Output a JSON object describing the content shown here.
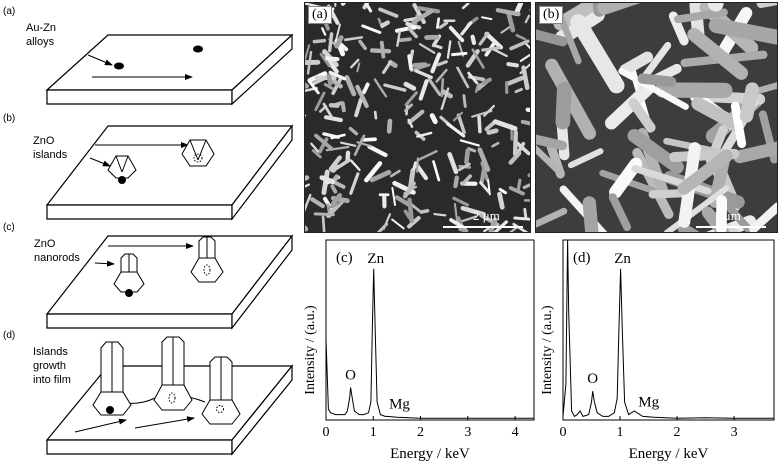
{
  "schematic": {
    "steps": [
      {
        "tag": "(a)",
        "label_lines": [
          "Au-Zn",
          "alloys"
        ]
      },
      {
        "tag": "(b)",
        "label_lines": [
          "ZnO",
          "islands"
        ]
      },
      {
        "tag": "(c)",
        "label_lines": [
          "ZnO",
          "nanorods"
        ]
      },
      {
        "tag": "(d)",
        "label_lines": [
          "Islands",
          "growth",
          "into film"
        ]
      }
    ]
  },
  "sem": [
    {
      "tag": "(a)",
      "scale_label": "2 μm"
    },
    {
      "tag": "(b)",
      "scale_label": "1 μm"
    }
  ],
  "chart_data": [
    {
      "type": "line",
      "panel": "(c)",
      "xlabel": "Energy / keV",
      "ylabel": "Intensity / (a.u.)",
      "xlim": [
        0,
        4.4
      ],
      "xticks": [
        0,
        1,
        2,
        3,
        4
      ],
      "ylim": [
        0,
        1
      ],
      "peaks": [
        {
          "label": "Zn",
          "x": 1.01,
          "y": 0.84
        },
        {
          "label": "O",
          "x": 0.52,
          "y": 0.18
        },
        {
          "label": "Mg",
          "x": 1.25,
          "y": 0.02
        }
      ],
      "series": [
        {
          "x": [
            0,
            0.05,
            0.1,
            0.2,
            0.3,
            0.4,
            0.45,
            0.5,
            0.52,
            0.55,
            0.6,
            0.7,
            0.8,
            0.9,
            0.95,
            0.98,
            1.01,
            1.04,
            1.08,
            1.15,
            1.25,
            1.3,
            1.5,
            2,
            2.5,
            3,
            3.5,
            4,
            4.4
          ],
          "y": [
            0.45,
            0.06,
            0.04,
            0.03,
            0.03,
            0.03,
            0.05,
            0.12,
            0.18,
            0.13,
            0.05,
            0.03,
            0.03,
            0.04,
            0.1,
            0.5,
            0.84,
            0.5,
            0.1,
            0.03,
            0.02,
            0.02,
            0.015,
            0.01,
            0.01,
            0.01,
            0.01,
            0.01,
            0.01
          ]
        }
      ]
    },
    {
      "type": "line",
      "panel": "(d)",
      "xlabel": "Energy / keV",
      "ylabel": "Intensity / (a.u.)",
      "xlim": [
        0,
        3.7
      ],
      "xticks": [
        0,
        1,
        2,
        3
      ],
      "ylim": [
        0,
        1
      ],
      "peaks": [
        {
          "label": "Zn",
          "x": 1.01,
          "y": 0.84
        },
        {
          "label": "O",
          "x": 0.52,
          "y": 0.16
        },
        {
          "label": "Mg",
          "x": 1.25,
          "y": 0.03
        }
      ],
      "series": [
        {
          "x": [
            0,
            0.05,
            0.08,
            0.1,
            0.15,
            0.2,
            0.25,
            0.3,
            0.35,
            0.45,
            0.5,
            0.52,
            0.55,
            0.6,
            0.7,
            0.8,
            0.9,
            0.95,
            0.98,
            1.01,
            1.04,
            1.08,
            1.15,
            1.25,
            1.3,
            1.4,
            1.6,
            2,
            2.5,
            3,
            3.5,
            3.7
          ],
          "y": [
            0.02,
            0.2,
            1.0,
            0.6,
            0.05,
            0.02,
            0.03,
            0.05,
            0.02,
            0.03,
            0.1,
            0.16,
            0.1,
            0.04,
            0.02,
            0.02,
            0.04,
            0.12,
            0.5,
            0.84,
            0.5,
            0.1,
            0.03,
            0.05,
            0.04,
            0.02,
            0.015,
            0.01,
            0.012,
            0.01,
            0.01,
            0.01
          ]
        }
      ]
    }
  ]
}
